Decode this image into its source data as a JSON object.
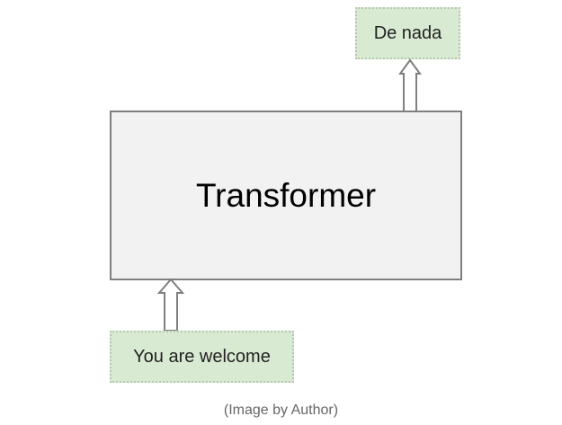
{
  "diagram": {
    "main_block": {
      "label": "Transformer",
      "fill": "#f2f2f2",
      "border": "#7f7f7f"
    },
    "input": {
      "label": "You are welcome",
      "fill": "#d9ead3"
    },
    "output": {
      "label": "De nada",
      "fill": "#d9ead3"
    },
    "arrows": [
      {
        "from": "input",
        "to": "main_block",
        "icon": "hollow-up-arrow"
      },
      {
        "from": "main_block",
        "to": "output",
        "icon": "hollow-up-arrow"
      }
    ]
  },
  "caption": "(Image by Author)"
}
